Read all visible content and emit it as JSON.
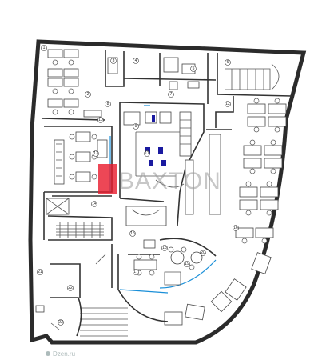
{
  "watermark": {
    "brand_text": "BAXTON",
    "brand_color": "#e8192c"
  },
  "credit": {
    "text": "Dzen.ru",
    "icon": "pin-logo-icon"
  },
  "room_labels": [
    "1",
    "2",
    "3",
    "4",
    "5",
    "6",
    "7",
    "8",
    "9",
    "10",
    "11",
    "12",
    "13",
    "14",
    "15",
    "16",
    "17",
    "18",
    "19",
    "20",
    "21",
    "22",
    "23"
  ],
  "colors": {
    "wall": "#2b2b2b",
    "glass_partition": "#1a8fd8",
    "toilet_fixtures": "#1a1aa0"
  }
}
